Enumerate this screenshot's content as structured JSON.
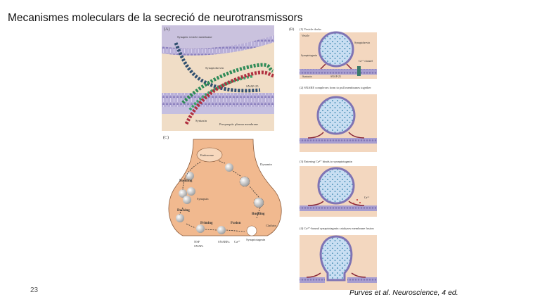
{
  "slide": {
    "title": "Mecanismes moleculars de la secreció de neurotransmissors",
    "number": "23",
    "citation": "Purves et al. Neuroscience, 4 ed."
  },
  "panel_a": {
    "letter": "(A)",
    "labels": {
      "vesicle_membrane": "Synaptic vesicle membrane",
      "synaptobrevin": "Synaptobrevin",
      "snap25": "SNAP-25",
      "syntaxin": "Syntaxin",
      "plasma_membrane": "Presynaptic plasma membrane"
    }
  },
  "panel_b": {
    "letter": "(B)",
    "steps": [
      {
        "caption": "(1) Vesicle docks",
        "vesicle": "Vesicle",
        "synaptobrevin": "Synaptobrevin",
        "synaptotagmin": "Synaptotagmin",
        "channel": "Ca²⁺ channel",
        "syntaxin": "Syntaxin",
        "snap25": "SNAP-25"
      },
      {
        "caption": "(2) SNARE complexes form to pull membranes together"
      },
      {
        "caption": "(3) Entering Ca²⁺ binds to synaptotagmin",
        "ion": "Ca²⁺"
      },
      {
        "caption": "(4) Ca²⁺-bound synaptotagmin catalyzes membrane fusion"
      }
    ]
  },
  "panel_c": {
    "letter": "(C)",
    "labels": {
      "endosome": "Endosome",
      "dynamin": "Dynamin",
      "budding_left": "Budding",
      "synapsin": "Synapsin",
      "budding_right": "Budding",
      "docking": "Docking",
      "priming": "Priming",
      "fusion": "Fusion",
      "clathrin": "Clathrin",
      "nsf": "NSF",
      "snaps": "SNAPs",
      "snares": "SNAREs",
      "ca": "Ca²⁺",
      "synaptotagmin": "Synaptotagmin"
    }
  }
}
